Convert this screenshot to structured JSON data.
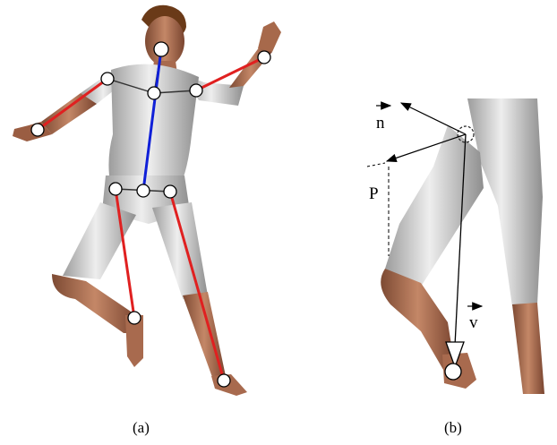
{
  "panels": [
    {
      "caption": "(a)"
    },
    {
      "caption": "(b)"
    }
  ],
  "annotations": {
    "normal_label": "n",
    "point_label": "P",
    "velocity_label": "v"
  },
  "colors": {
    "spine": "#1020d8",
    "limb": "#e02020",
    "neutral": "#333333",
    "skin": "#b5775a",
    "suit": "#d8d8d8"
  },
  "icons": [
    "joint-marker",
    "arrow-head"
  ]
}
